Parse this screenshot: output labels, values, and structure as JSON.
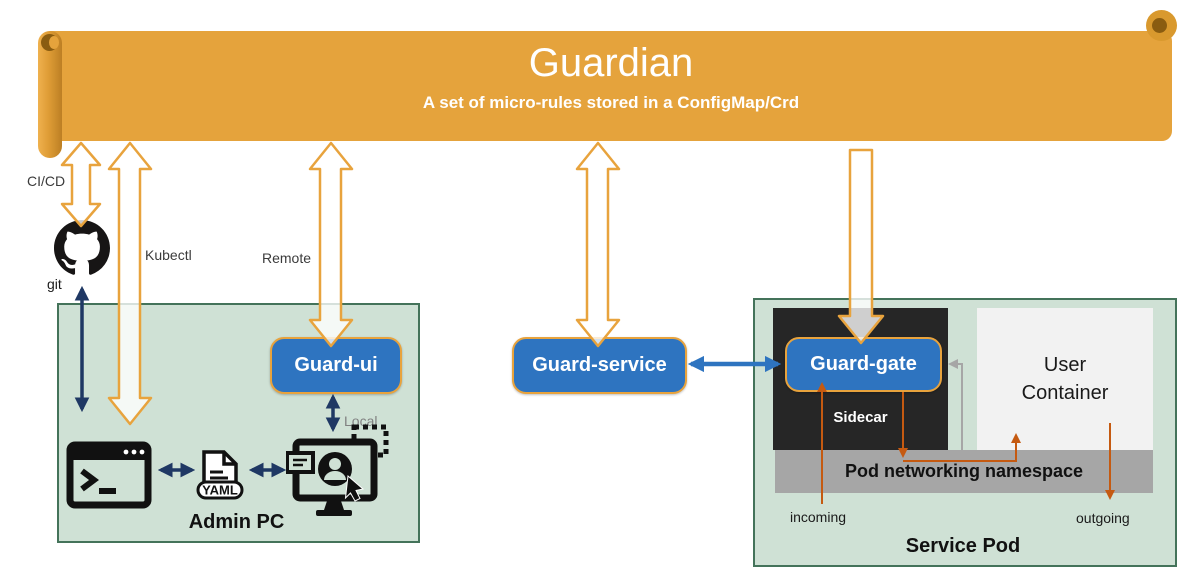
{
  "theme": {
    "banner_orange": "#E5A33C",
    "arrow_orange": "#E8A33D",
    "box_green": "#CFE1D5",
    "box_green_border": "#44735A",
    "dark_box": "#262626",
    "user_container_bg": "#F2F2F2",
    "ns_gray": "#A6A6A6",
    "blue": "#2E74C0",
    "navy": "#1F3864",
    "rust": "#C55A11"
  },
  "banner": {
    "title": "Guardian",
    "subtitle": "A set of micro-rules stored in a ConfigMap/Crd"
  },
  "labels": {
    "cicd": "CI/CD",
    "git": "git",
    "kubectl": "Kubectl",
    "remote": "Remote",
    "local": "Local",
    "incoming": "incoming",
    "outgoing": "outgoing"
  },
  "admin_pc": {
    "title": "Admin PC",
    "guard_ui": "Guard-ui",
    "yaml_badge": "YAML"
  },
  "guard_service": {
    "label": "Guard-service"
  },
  "service_pod": {
    "title": "Service Pod",
    "guard_gate": "Guard-gate",
    "sidecar": "Sidecar",
    "user_container": {
      "line1": "User",
      "line2": "Container"
    },
    "namespace_bar": "Pod networking namespace"
  }
}
